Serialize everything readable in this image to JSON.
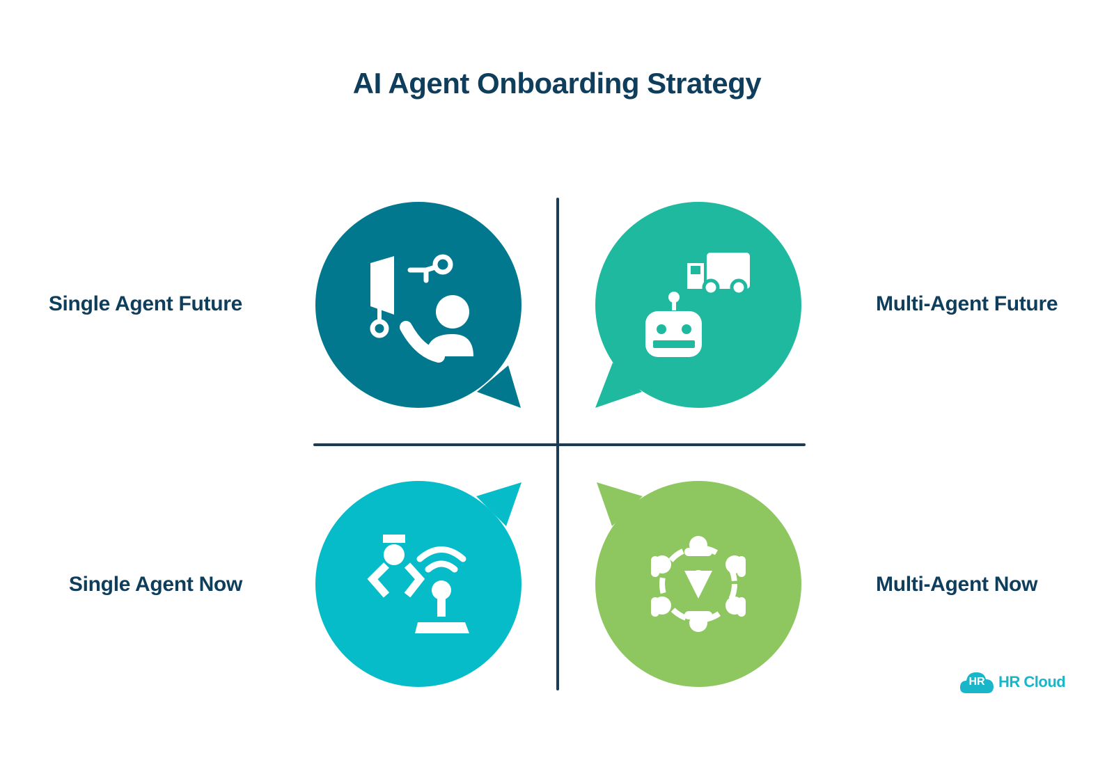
{
  "title": "AI Agent Onboarding Strategy",
  "quadrants": {
    "top_left": {
      "label": "Single Agent Future",
      "color": "#02788f",
      "icon": "robot-arm-user-icon"
    },
    "top_right": {
      "label": "Multi-Agent Future",
      "color": "#1fb9a0",
      "icon": "robot-truck-icon"
    },
    "bottom_left": {
      "label": "Single Agent Now",
      "color": "#06bcc8",
      "icon": "robotic-arm-joystick-icon"
    },
    "bottom_right": {
      "label": "Multi-Agent Now",
      "color": "#8ec65f",
      "icon": "network-people-icon"
    }
  },
  "axis_color": "#1a3c57",
  "logo": {
    "badge": "HR",
    "name": "HR Cloud",
    "color": "#19b6c9"
  }
}
